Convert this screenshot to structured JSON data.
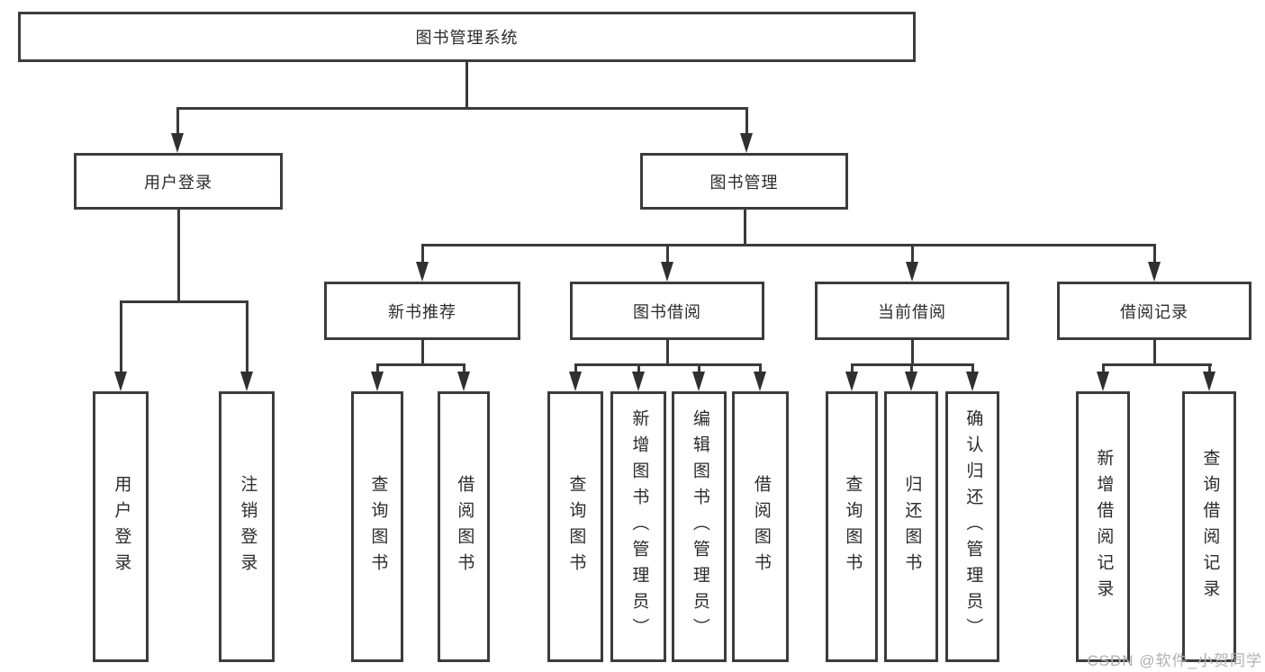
{
  "diagram": {
    "root": "图书管理系统",
    "branches": [
      {
        "label": "用户登录",
        "leaves": [
          "用户登录",
          "注销登录"
        ]
      },
      {
        "label": "图书管理",
        "groups": [
          {
            "label": "新书推荐",
            "leaves": [
              "查询图书",
              "借阅图书"
            ]
          },
          {
            "label": "图书借阅",
            "leaves": [
              "查询图书",
              "新增图书（管理员）",
              "编辑图书（管理员）",
              "借阅图书"
            ]
          },
          {
            "label": "当前借阅",
            "leaves": [
              "查询图书",
              "归还图书",
              "确认归还（管理员）"
            ]
          },
          {
            "label": "借阅记录",
            "leaves": [
              "新增借阅记录",
              "查询借阅记录"
            ]
          }
        ]
      }
    ]
  },
  "watermark": "CSDN @软件_小贺同学",
  "colors": {
    "line": "#3a3a3a",
    "border": "#3c3c3c",
    "text": "#2b2b2b",
    "watermark": "#b0b0b0",
    "background": "#ffffff"
  }
}
